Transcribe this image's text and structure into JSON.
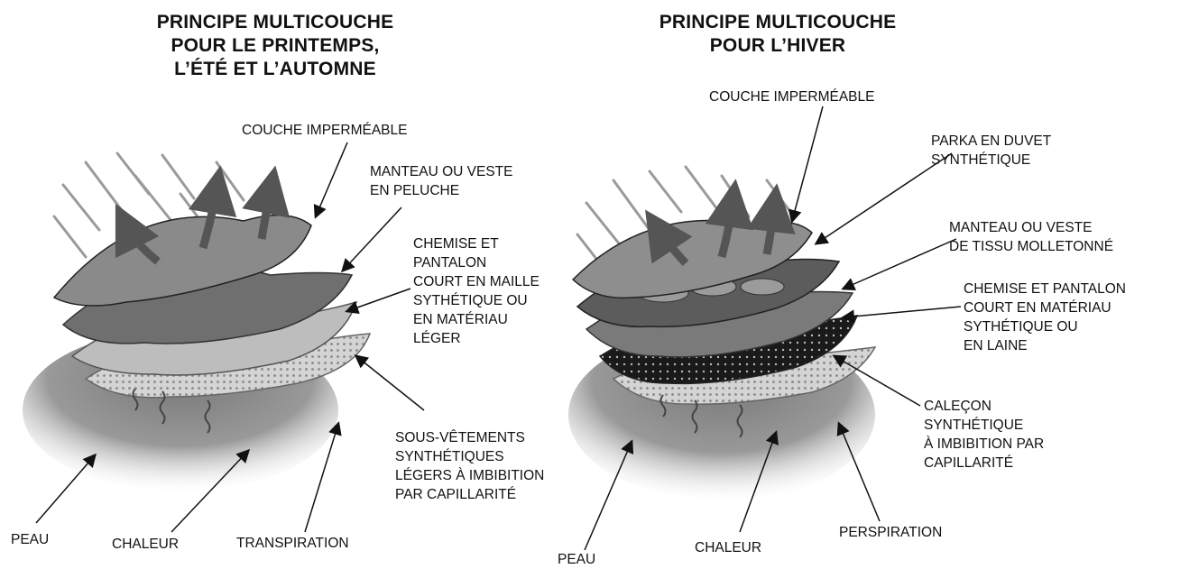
{
  "left_panel": {
    "title": "PRINCIPE MULTICOUCHE\nPOUR LE PRINTEMPS,\nL’ÉTÉ ET L’AUTOMNE",
    "labels": {
      "waterproof": "COUCHE IMPERMÉABLE",
      "fleece_coat": "MANTEAU OU VESTE\nEN PELUCHE",
      "shirt": "CHEMISE ET\nPANTALON\nCOURT EN MAILLE\nSYTHÉTIQUE OU\nEN MATÉRIAU\nLÉGER",
      "underwear": "SOUS-VÊTEMENTS\nSYNTHÉTIQUES\nLÉGERS À IMBIBITION\nPAR CAPILLARITÉ",
      "skin": "PEAU",
      "heat": "CHALEUR",
      "sweat": "TRANSPIRATION"
    }
  },
  "right_panel": {
    "title": "PRINCIPE MULTICOUCHE\nPOUR L’HIVER",
    "labels": {
      "waterproof": "COUCHE IMPERMÉABLE",
      "parka": "PARKA EN DUVET\nSYNTHÉTIQUE",
      "fleece_coat": "MANTEAU OU VESTE\nDE TISSU MOLLETONNÉ",
      "shirt": "CHEMISE ET PANTALON\nCOURT EN MATÉRIAU\nSYTHÉTIQUE OU\nEN LAINE",
      "underwear": "CALEÇON\nSYNTHÉTIQUE\nÀ IMBIBITION PAR\nCAPILLARITÉ",
      "skin": "PEAU",
      "heat": "CHALEUR",
      "sweat": "PERSPIRATION"
    }
  }
}
